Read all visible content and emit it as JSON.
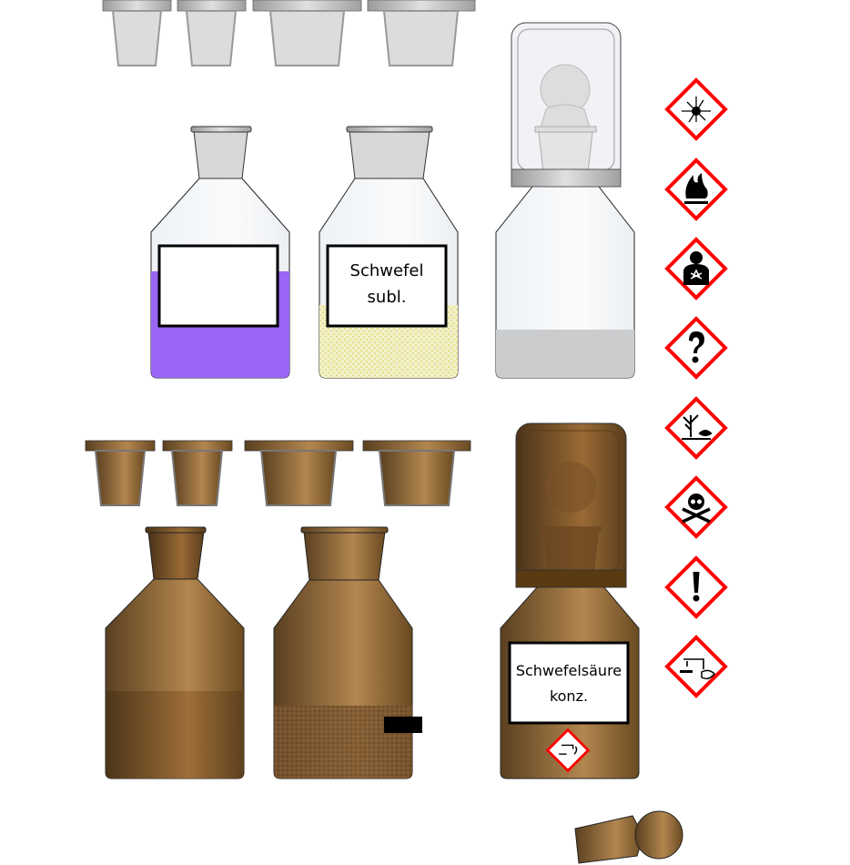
{
  "labels": {
    "bottle2_main": "Schwefel",
    "bottle2_overlay": "subl.",
    "bottle6_main": "Schwefelsäure",
    "bottle6_overlay": "konz."
  },
  "hazard_symbols": [
    "explosive",
    "flammable",
    "health-hazard",
    "unknown",
    "environment",
    "toxic",
    "exclamation",
    "corrosive"
  ],
  "colors": {
    "purple_liquid": "#9966f5",
    "sulfur": "#e6e08a",
    "brown_dark": "#5a4020",
    "brown_light": "#b3864f",
    "hazard_red": "#ff0000",
    "glass": "#f4f6f8"
  }
}
